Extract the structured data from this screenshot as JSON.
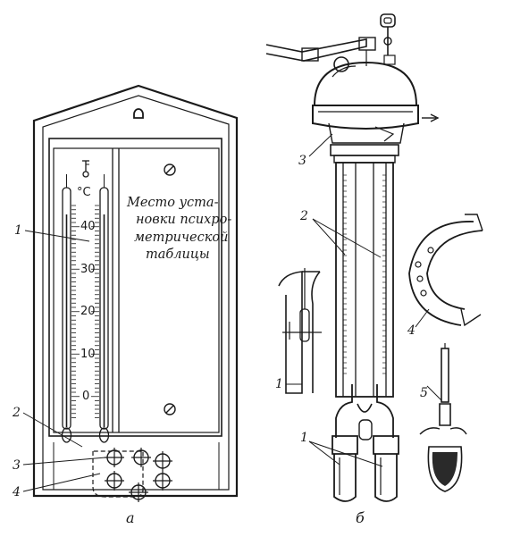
{
  "figure_a": {
    "caption": "а",
    "unit": "°C",
    "scale": [
      "40",
      "30",
      "20",
      "10",
      "0"
    ],
    "note_lines": [
      "Место уста-",
      "новки психро-",
      "метрической",
      "таблицы"
    ],
    "labels": [
      "1",
      "2",
      "3",
      "4"
    ]
  },
  "figure_b": {
    "caption": "б",
    "labels": [
      "3",
      "2",
      "1",
      "4",
      "5",
      "1"
    ]
  }
}
